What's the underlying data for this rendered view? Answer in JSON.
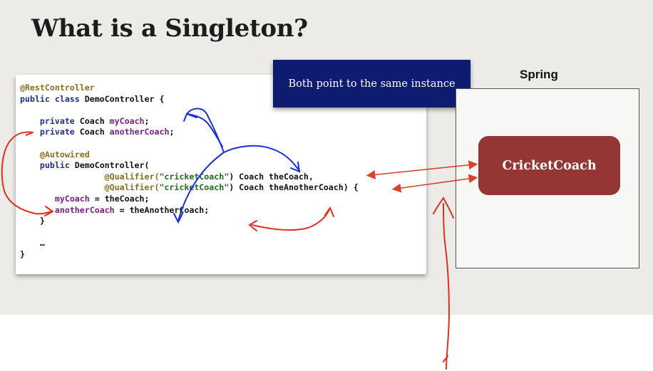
{
  "slide": {
    "title": "What is a Singleton?"
  },
  "code": {
    "line1": "@RestController",
    "line2_kw": "public class",
    "line2_rest": " DemoController {",
    "line3_kw": "private",
    "line3_type": " Coach ",
    "line3_var": "myCoach",
    "line3_end": ";",
    "line4_kw": "private",
    "line4_type": " Coach ",
    "line4_var": "anotherCoach",
    "line4_end": ";",
    "line5": "@Autowired",
    "line6_kw": "public",
    "line6_rest": " DemoController(",
    "line7_ann": "@Qualifier(",
    "line7_str": "\"cricketCoach\"",
    "line7_rest": ") Coach theCoach,",
    "line8_ann": "@Qualifier(",
    "line8_str": "\"cricketCoach\"",
    "line8_rest": ") Coach theAnotherCoach) {",
    "line9_var": "myCoach",
    "line9_rest": " = theCoach;",
    "line10_var": "anotherCoach",
    "line10_rest": " = theAnotherCoach;",
    "line11": "}",
    "line12": "…",
    "line13": "}"
  },
  "callout": {
    "text": "Both point to the same instance"
  },
  "spring": {
    "label": "Spring",
    "bean": "CricketCoach"
  },
  "colors": {
    "background": "#ecebe7",
    "callout_bg": "#0d1c70",
    "bean_bg": "#943634",
    "annotation_red": "#e0301e",
    "annotation_blue": "#1a2fd6",
    "arrow_orange_red": "#d9432b"
  }
}
